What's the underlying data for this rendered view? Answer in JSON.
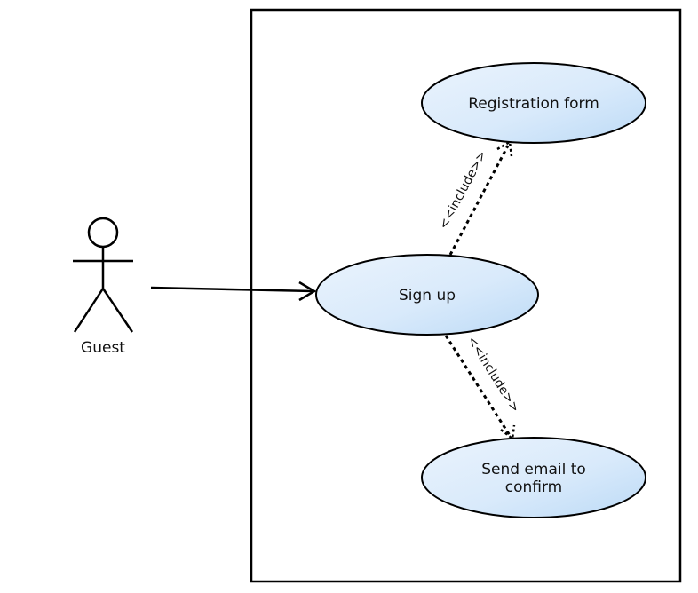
{
  "actor": {
    "name": "Guest"
  },
  "use_cases": {
    "registration_form": "Registration form",
    "sign_up": "Sign up",
    "send_email_line1": "Send email to",
    "send_email_line2": "confirm"
  },
  "relations": {
    "include_top": "<<include>>",
    "include_bottom": "<<include>>"
  },
  "colors": {
    "use_case_fill_light": "#eaf3fc",
    "use_case_fill_dark": "#bcdaf6",
    "stroke": "#000000"
  }
}
